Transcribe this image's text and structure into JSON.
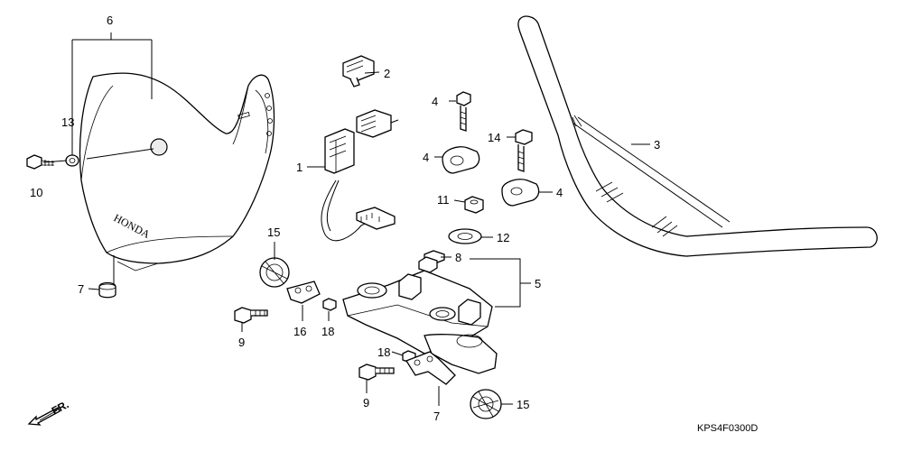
{
  "callouts": [
    {
      "key": "c6",
      "text": "6"
    },
    {
      "key": "c13",
      "text": "13"
    },
    {
      "key": "c10",
      "text": "10"
    },
    {
      "key": "c7a",
      "text": "7"
    },
    {
      "key": "c2",
      "text": "2"
    },
    {
      "key": "c1",
      "text": "1"
    },
    {
      "key": "c4a",
      "text": "4"
    },
    {
      "key": "c14",
      "text": "14"
    },
    {
      "key": "c4b",
      "text": "4"
    },
    {
      "key": "c11",
      "text": "11"
    },
    {
      "key": "c4c",
      "text": "4"
    },
    {
      "key": "c12",
      "text": "12"
    },
    {
      "key": "c3",
      "text": "3"
    },
    {
      "key": "c8",
      "text": "8"
    },
    {
      "key": "c5",
      "text": "5"
    },
    {
      "key": "c15a",
      "text": "15"
    },
    {
      "key": "c9a",
      "text": "9"
    },
    {
      "key": "c16",
      "text": "16"
    },
    {
      "key": "c18a",
      "text": "18"
    },
    {
      "key": "c18b",
      "text": "18"
    },
    {
      "key": "c9b",
      "text": "9"
    },
    {
      "key": "c7b",
      "text": "7"
    },
    {
      "key": "c15b",
      "text": "15"
    }
  ],
  "brand_mark": "HONDA",
  "direction_label": "FR.",
  "diagram_code": "KPS4F0300D"
}
